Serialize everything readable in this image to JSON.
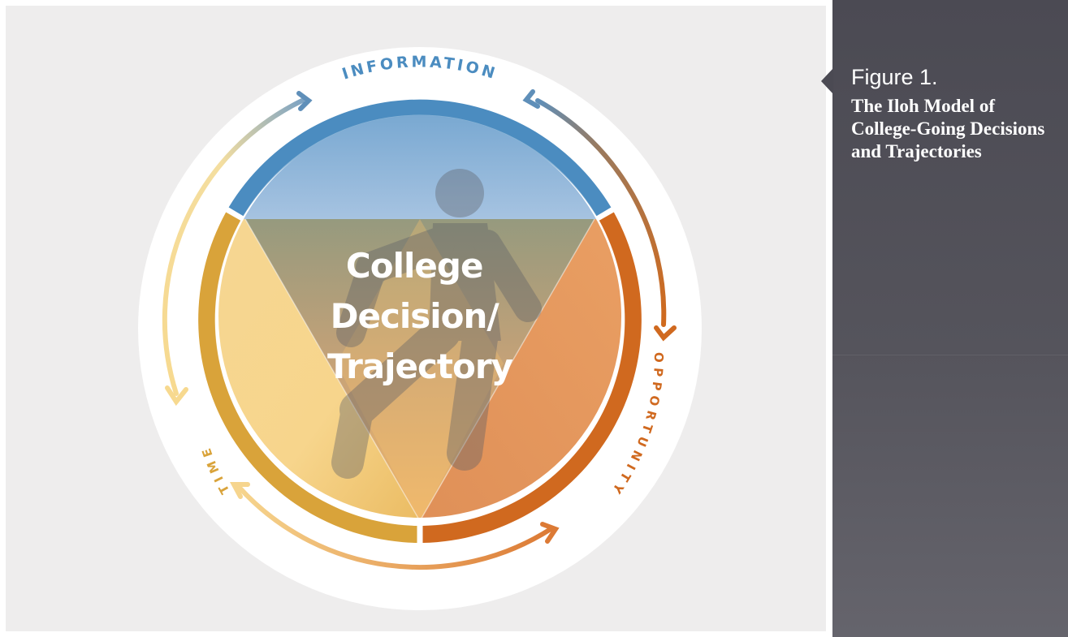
{
  "diagram": {
    "center_label_lines": [
      "College",
      "Decision/",
      "Trajectory"
    ],
    "labels": {
      "information": "INFORMATION",
      "opportunity": "OPPORTUNITY",
      "time": "TIME"
    }
  },
  "sidebar": {
    "figure_label": "Figure 1.",
    "caption": "The Iloh Model of College-Going Decisions and Trajectories"
  },
  "colors": {
    "information_blue": "#4b8cc0",
    "opportunity_orange": "#d0691f",
    "time_gold": "#d9a33a",
    "sidebar_gray": "#4e4d56",
    "canvas_bg": "#eeeded"
  }
}
